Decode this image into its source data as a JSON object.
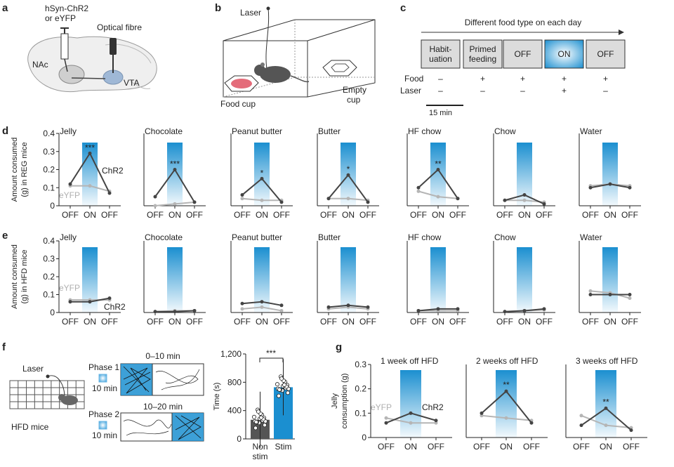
{
  "panel_labels": {
    "a": "a",
    "b": "b",
    "c": "c",
    "d": "d",
    "e": "e",
    "f": "f",
    "g": "g"
  },
  "a": {
    "virus": "hSyn-ChR2",
    "virus_or": "or eYFP",
    "fibre": "Optical fibre",
    "nac": "NAc",
    "vta": "VTA"
  },
  "b": {
    "laser": "Laser",
    "food_cup": "Food cup",
    "empty": "Empty",
    "cup": "cup"
  },
  "c": {
    "arrow_label": "Different food type on each day",
    "sessions": [
      {
        "line1": "Habit-",
        "line2": "uation",
        "food": "–",
        "laser": "–"
      },
      {
        "line1": "Primed",
        "line2": "feeding",
        "food": "+",
        "laser": "–"
      },
      {
        "line1": "OFF",
        "line2": "",
        "food": "+",
        "laser": "–"
      },
      {
        "line1": "ON",
        "line2": "",
        "food": "+",
        "laser": "+"
      },
      {
        "line1": "OFF",
        "line2": "",
        "food": "+",
        "laser": "–"
      }
    ],
    "row_food": "Food",
    "row_laser": "Laser",
    "scale": "15 min"
  },
  "colors": {
    "chr2": "#444444",
    "eyfp": "#b5b5b5",
    "light": "#1b8fd0",
    "on_box": "#2a9ad8",
    "off_box": "#dcdcdc"
  },
  "icons": [
    "laser-icon",
    "mouse-icon",
    "food-cup-icon",
    "light-pulse-icon"
  ],
  "x_ticks": [
    "OFF",
    "ON",
    "OFF"
  ],
  "chart_data": [
    {
      "id": "d",
      "type": "line",
      "ylabel": "Amount consumed",
      "ylabel2": "(g) in REG mice",
      "ylim": [
        0,
        0.4
      ],
      "yticks": [
        "0",
        "0.1",
        "0.2",
        "0.3",
        "0.4"
      ],
      "series_names": {
        "chr2": "ChR2",
        "eyfp": "eYFP"
      },
      "subplots": [
        {
          "title": "Jelly",
          "chr2": [
            0.12,
            0.29,
            0.07
          ],
          "eyfp": [
            0.11,
            0.11,
            0.08
          ],
          "sig": "***"
        },
        {
          "title": "Chocolate",
          "chr2": [
            0.05,
            0.2,
            0.02
          ],
          "eyfp": [
            0.0,
            0.01,
            0.02
          ],
          "sig": "***"
        },
        {
          "title": "Peanut butter",
          "chr2": [
            0.06,
            0.15,
            0.02
          ],
          "eyfp": [
            0.04,
            0.03,
            0.03
          ],
          "sig": "*"
        },
        {
          "title": "Butter",
          "chr2": [
            0.04,
            0.17,
            0.02
          ],
          "eyfp": [
            0.04,
            0.04,
            0.03
          ],
          "sig": "*"
        },
        {
          "title": "HF chow",
          "chr2": [
            0.1,
            0.2,
            0.04
          ],
          "eyfp": [
            0.08,
            0.05,
            0.04
          ],
          "sig": "**"
        },
        {
          "title": "Chow",
          "chr2": [
            0.03,
            0.06,
            0.01
          ],
          "eyfp": [
            0.03,
            0.03,
            0.02
          ],
          "sig": ""
        },
        {
          "title": "Water",
          "chr2": [
            0.1,
            0.12,
            0.1
          ],
          "eyfp": [
            0.11,
            0.12,
            0.11
          ],
          "sig": ""
        }
      ]
    },
    {
      "id": "e",
      "type": "line",
      "ylabel": "Amount consumed",
      "ylabel2": "(g) in HFD mice",
      "ylim": [
        0,
        0.4
      ],
      "yticks": [
        "0",
        "0.1",
        "0.2",
        "0.3",
        "0.4"
      ],
      "series_names": {
        "chr2": "ChR2",
        "eyfp": "eYFP"
      },
      "subplots": [
        {
          "title": "Jelly",
          "chr2": [
            0.06,
            0.06,
            0.08
          ],
          "eyfp": [
            0.07,
            0.07,
            0.07
          ],
          "sig": ""
        },
        {
          "title": "Chocolate",
          "chr2": [
            0.005,
            0.005,
            0.01
          ],
          "eyfp": [
            0.005,
            0.01,
            0.01
          ],
          "sig": ""
        },
        {
          "title": "Peanut butter",
          "chr2": [
            0.05,
            0.06,
            0.04
          ],
          "eyfp": [
            0.02,
            0.03,
            0.01
          ],
          "sig": ""
        },
        {
          "title": "Butter",
          "chr2": [
            0.03,
            0.04,
            0.03
          ],
          "eyfp": [
            0.02,
            0.03,
            0.02
          ],
          "sig": ""
        },
        {
          "title": "HF chow",
          "chr2": [
            0.01,
            0.02,
            0.02
          ],
          "eyfp": [
            0.01,
            0.01,
            0.01
          ],
          "sig": ""
        },
        {
          "title": "Chow",
          "chr2": [
            0.005,
            0.01,
            0.02
          ],
          "eyfp": [
            0.005,
            0.01,
            0.015
          ],
          "sig": ""
        },
        {
          "title": "Water",
          "chr2": [
            0.1,
            0.1,
            0.1
          ],
          "eyfp": [
            0.12,
            0.11,
            0.08
          ],
          "sig": ""
        }
      ]
    },
    {
      "id": "g",
      "type": "line",
      "ylabel": "Jelly",
      "ylabel2": "consumption (g)",
      "ylim": [
        0,
        0.3
      ],
      "yticks": [
        "0",
        "0.1",
        "0.2",
        "0.3"
      ],
      "series_names": {
        "chr2": "ChR2",
        "eyfp": "eYFP"
      },
      "subplots": [
        {
          "title": "1 week off HFD",
          "chr2": [
            0.06,
            0.1,
            0.07
          ],
          "eyfp": [
            0.08,
            0.06,
            0.06
          ],
          "sig": ""
        },
        {
          "title": "2 weeks off HFD",
          "chr2": [
            0.1,
            0.19,
            0.06
          ],
          "eyfp": [
            0.09,
            0.08,
            0.07
          ],
          "sig": "**"
        },
        {
          "title": "3 weeks off HFD",
          "chr2": [
            0.05,
            0.12,
            0.03
          ],
          "eyfp": [
            0.09,
            0.05,
            0.04
          ],
          "sig": "**"
        }
      ]
    },
    {
      "id": "f",
      "type": "bar",
      "ylabel": "Time (s)",
      "ylim": [
        0,
        1200
      ],
      "yticks": [
        "0",
        "400",
        "800",
        "1,200"
      ],
      "categories": [
        {
          "line1": "Non",
          "line2": "stim"
        },
        {
          "line1": "Stim",
          "line2": ""
        }
      ],
      "values": [
        270,
        730
      ],
      "sig": "***"
    }
  ],
  "f": {
    "laser": "Laser",
    "mice": "HFD mice",
    "phase1": "Phase 1",
    "phase1_time": "10 min",
    "window1": "0–10 min",
    "phase2": "Phase 2",
    "phase2_time": "10 min",
    "window2": "10–20 min"
  }
}
